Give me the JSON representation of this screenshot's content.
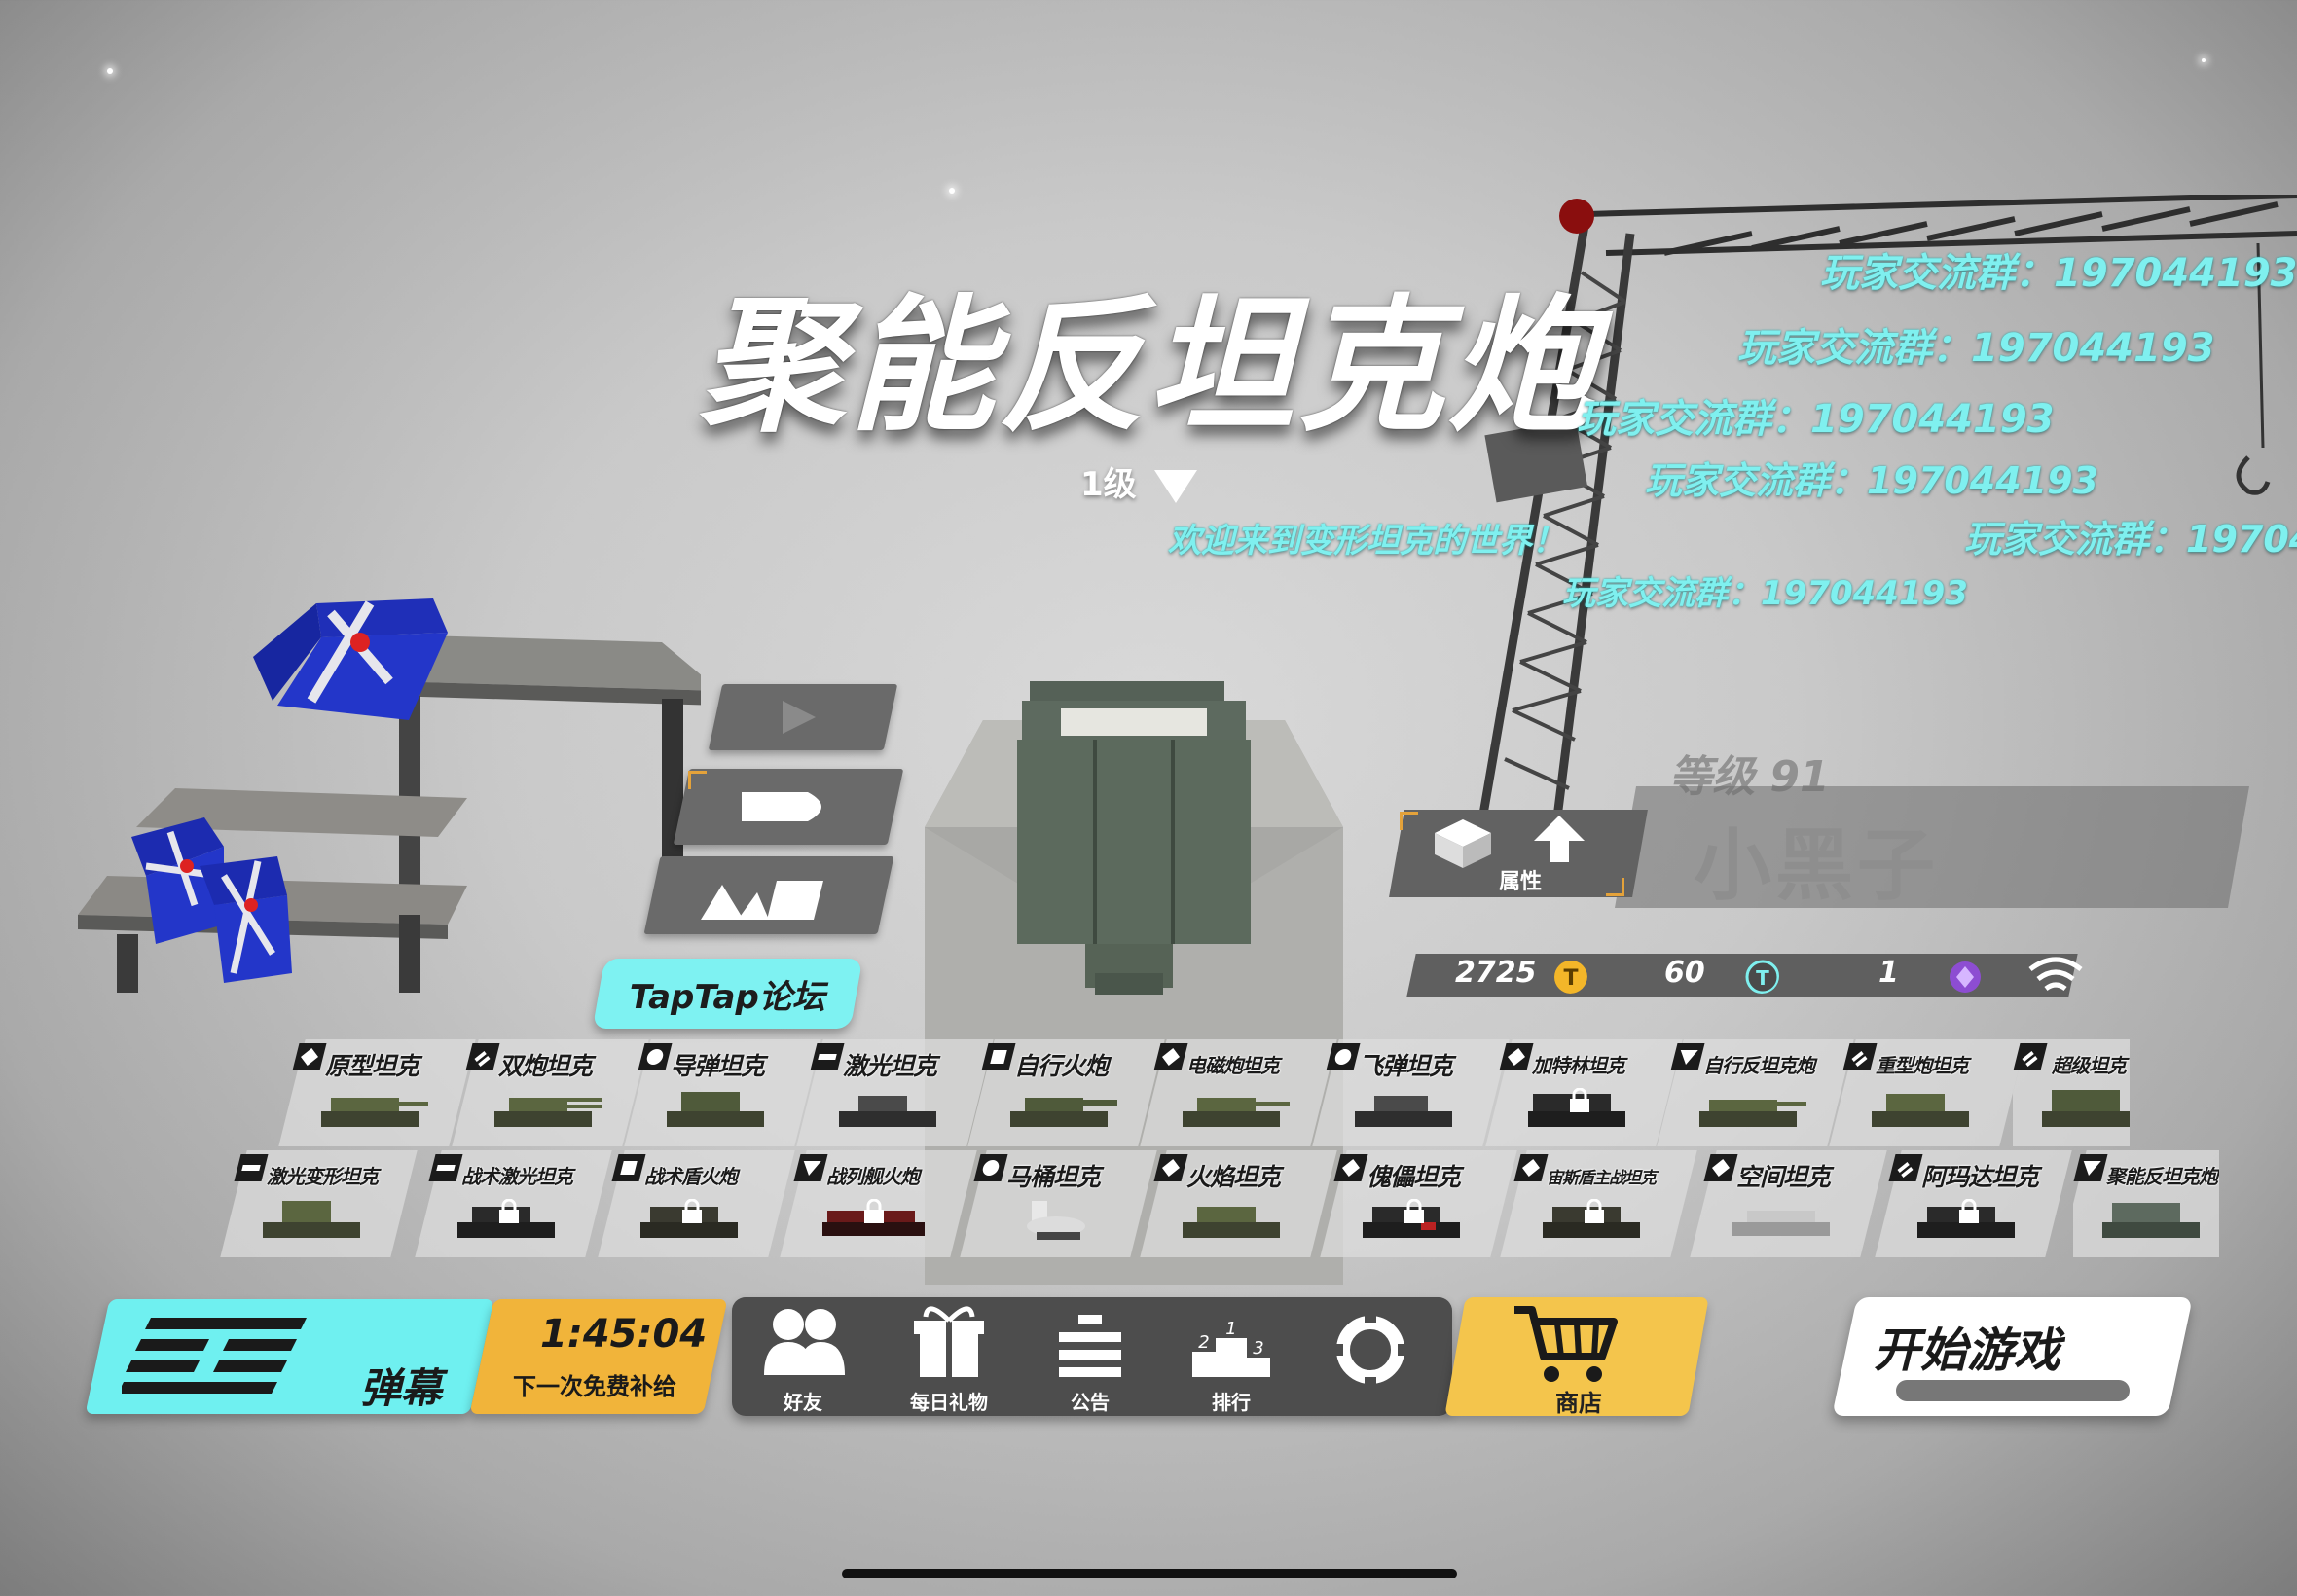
{
  "title": "聚能反坦克炮",
  "level": "1级",
  "danmaku": [
    "玩家交流群：197044193",
    "玩家交流群：197044193",
    "玩家交流群：197044193",
    "玩家交流群：197044193",
    "玩家交流群：19704",
    "玩家交流群：197044193",
    "欢迎来到变形坦克的世界！"
  ],
  "side_buttons": {
    "taptap": "TapTap论坛"
  },
  "player": {
    "grade_label": "等级",
    "grade": "91",
    "name": "小黑子",
    "attr_label": "属性"
  },
  "currency": {
    "gold": "2725",
    "tickets": "60",
    "gems": "1"
  },
  "tanks_row1": [
    "原型坦克",
    "双炮坦克",
    "导弹坦克",
    "激光坦克",
    "自行火炮",
    "电磁炮坦克",
    "飞弹坦克",
    "加特林坦克",
    "自行反坦克炮",
    "重型炮坦克",
    "超级坦克"
  ],
  "tanks_row2": [
    "激光变形坦克",
    "战术激光坦克",
    "战术盾火炮",
    "战列舰火炮",
    "马桶坦克",
    "火焰坦克",
    "傀儡坦克",
    "宙斯盾主战坦克",
    "空间坦克",
    "阿玛达坦克",
    "聚能反坦克炮"
  ],
  "bottom": {
    "danmaku_label": "弹幕",
    "timer": "1:45:04",
    "timer_sub": "下一次免费补给",
    "friends": "好友",
    "daily_gift": "每日礼物",
    "notice": "公告",
    "rank": "排行",
    "shop": "商店",
    "start": "开始游戏"
  },
  "colors": {
    "cyan": "#6ff0f0",
    "orange": "#f1b43a",
    "shop": "#f4c54c",
    "dark": "#4d4d4d",
    "danmaku": "#7ff0ef"
  }
}
